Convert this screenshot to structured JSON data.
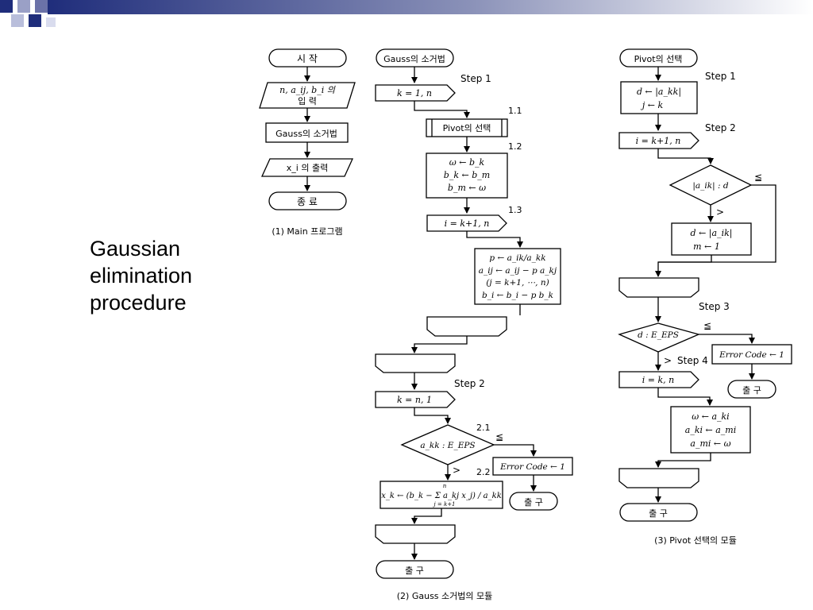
{
  "slide": {
    "title_lines": [
      "Gaussian",
      "elimination",
      "procedure"
    ]
  },
  "colors": {
    "accent": "#1f2d7b"
  },
  "main_program": {
    "caption": "(1) Main 프로그램",
    "start": "시 작",
    "input_line1": "n, a_ij, b_i 의",
    "input_line2": "입 력",
    "process": "Gauss의 소거법",
    "output": "x_i 의 출력",
    "end": "종 료"
  },
  "gauss_module": {
    "caption": "(2) Gauss 소거법의 모듈",
    "title": "Gauss의 소거법",
    "step1": "Step 1",
    "loop_k": "k = 1, n",
    "label_1_1": "1.1",
    "pivot_call": "Pivot의 선택",
    "label_1_2": "1.2",
    "swap": [
      "ω ← b_k",
      "b_k ← b_m",
      "b_m ← ω"
    ],
    "label_1_3": "1.3",
    "loop_i": "i = k+1, n",
    "elim": [
      "p ← a_ik/a_kk",
      "a_ij ← a_ij − p a_kj",
      "(j = k+1, ⋯, n)",
      "b_i ← b_i − p b_k"
    ],
    "step2": "Step 2",
    "loop_back": "k = n, 1",
    "label_2_1": "2.1",
    "decision": "a_kk : E_EPS",
    "le": "≦",
    "gt": ">",
    "label_2_2": "2.2",
    "error": "Error Code ← 1",
    "exit1": "출 구",
    "backsub": "x_k ← (b_k − Σ a_kj x_j) / a_kk",
    "sum_top": "n",
    "sum_bottom": "j = k+1",
    "exit2": "출 구"
  },
  "pivot_module": {
    "caption": "(3) Pivot 선택의 모듈",
    "title": "Pivot의 선택",
    "step1": "Step 1",
    "init": [
      "d ← |a_kk|",
      "j ← k"
    ],
    "step2": "Step 2",
    "loop_i": "i = k+1, n",
    "decision": "|a_ik| : d",
    "le": "≦",
    "gt": ">",
    "update": [
      "d ← |a_ik|",
      "m ← 1"
    ],
    "step3": "Step 3",
    "decision2": "d : E_EPS",
    "le2": "≦",
    "gt2": ">",
    "error": "Error Code ← 1",
    "exit1": "출 구",
    "step4": "Step 4",
    "loop_i2": "i = k, n",
    "swap": [
      "ω ← a_ki",
      "a_ki ← a_mi",
      "a_mi ← ω"
    ],
    "exit2": "출 구"
  }
}
